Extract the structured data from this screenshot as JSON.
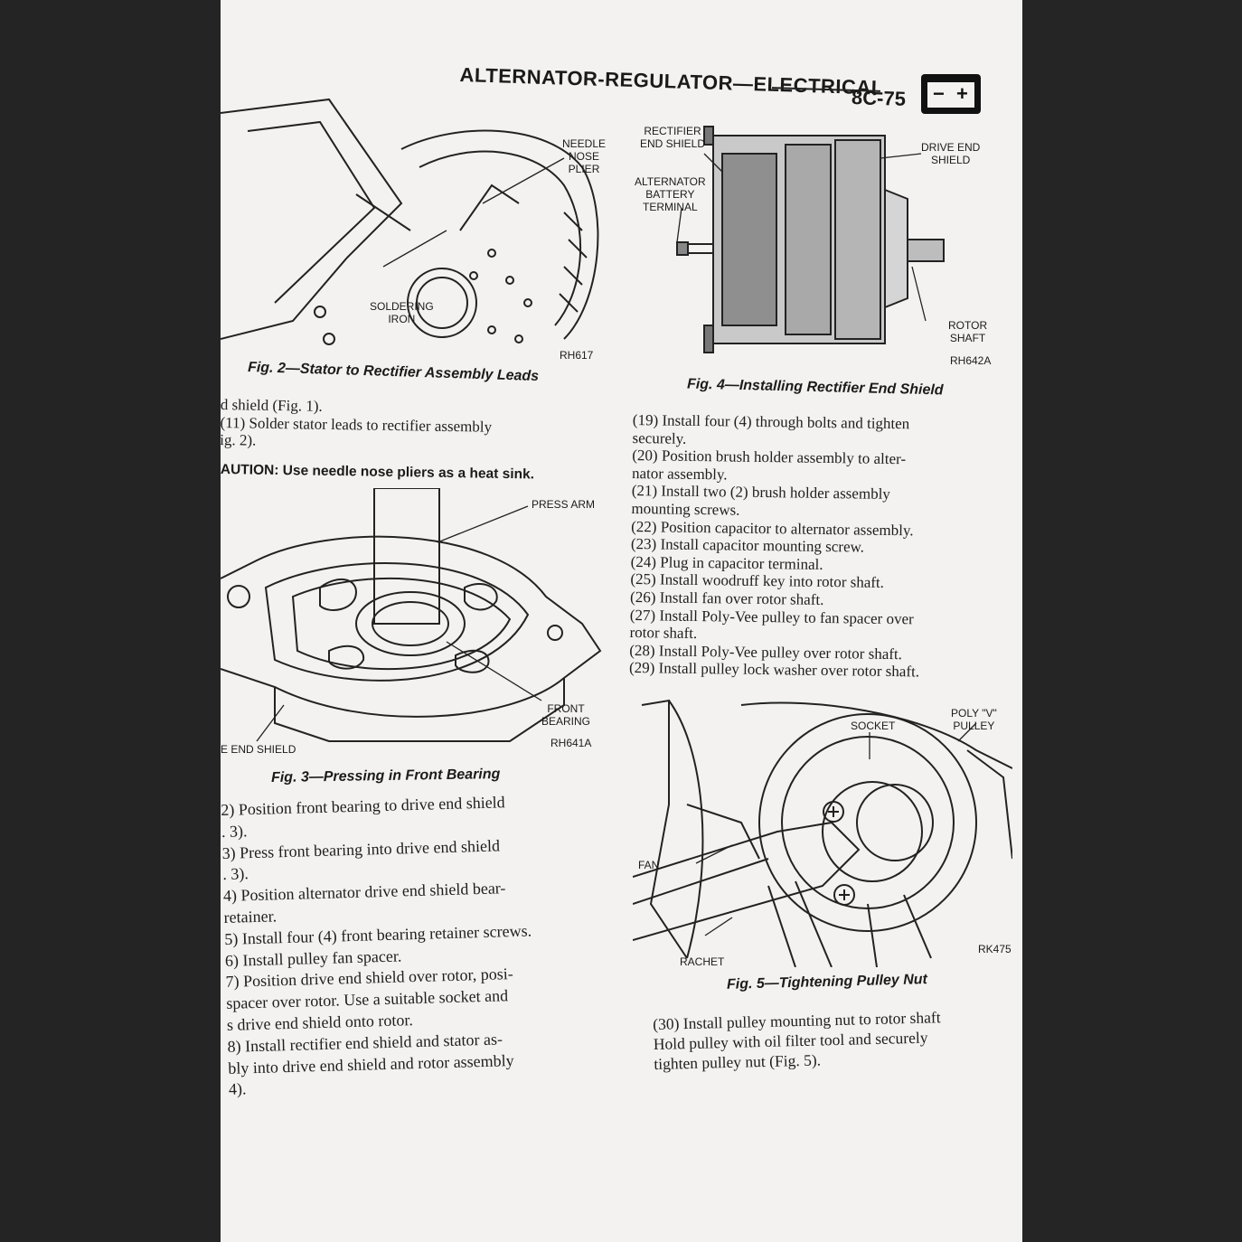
{
  "header": {
    "title": "ALTERNATOR-REGULATOR—ELECTRICAL",
    "page_number": "8C-75",
    "battery_minus": "−",
    "battery_plus": "+"
  },
  "fig2": {
    "caption": "Fig. 2—Stator to Rectifier Assembly Leads",
    "labels": {
      "needle_nose_plier": "NEEDLE\nNOSE\nPLIER",
      "soldering_iron": "SOLDERING\nIRON",
      "code": "RH617"
    }
  },
  "fig3": {
    "caption": "Fig. 3—Pressing in Front Bearing",
    "labels": {
      "press_arm": "PRESS ARM",
      "front_bearing": "FRONT\nBEARING",
      "code": "RH641A",
      "end_shield": "E END SHIELD"
    }
  },
  "fig4": {
    "caption": "Fig. 4—Installing Rectifier End Shield",
    "labels": {
      "rectifier_end_shield": "RECTIFIER\nEND SHIELD",
      "alternator_battery_terminal": "ALTERNATOR\nBATTERY\nTERMINAL",
      "drive_end_shield": "DRIVE END\nSHIELD",
      "rotor_shaft": "ROTOR\nSHAFT",
      "code": "RH642A"
    }
  },
  "fig5": {
    "caption": "Fig. 5—Tightening Pulley Nut",
    "labels": {
      "socket": "SOCKET",
      "poly_v_pulley": "POLY \"V\"\nPULLEY",
      "fan": "FAN",
      "rachet": "RACHET",
      "code": "RK475"
    }
  },
  "left_text_top": [
    "d shield (Fig. 1).",
    "(11) Solder stator leads to rectifier assembly",
    "ig. 2)."
  ],
  "caution": "AUTION: Use needle nose pliers as a heat sink.",
  "left_text_bottom": [
    "2) Position front bearing to drive end shield",
    ". 3).",
    "3) Press front bearing into drive end shield",
    ". 3).",
    "4) Position alternator drive end shield bear-",
    "retainer.",
    "5) Install four (4) front bearing retainer screws.",
    "6) Install pulley fan spacer.",
    "7) Position drive end shield over rotor, posi-",
    "spacer over rotor. Use a suitable socket and",
    "s drive end shield onto rotor.",
    "8) Install rectifier end shield and stator as-",
    "bly into drive end shield and rotor assembly",
    " 4)."
  ],
  "right_text_top": [
    "(19) Install four (4) through bolts and tighten",
    "securely.",
    "(20) Position brush holder assembly to alter-",
    "nator assembly.",
    "(21) Install two (2) brush holder assembly",
    "mounting screws.",
    "(22) Position capacitor to alternator assembly.",
    "(23) Install capacitor mounting screw.",
    "(24) Plug in capacitor terminal.",
    "(25) Install woodruff key into rotor shaft.",
    "(26) Install fan over rotor shaft.",
    "(27) Install Poly-Vee pulley to fan spacer over",
    "rotor shaft.",
    "(28) Install Poly-Vee pulley over rotor shaft.",
    "(29) Install pulley lock washer over rotor shaft."
  ],
  "right_text_bottom": [
    "(30) Install pulley mounting nut to rotor shaft",
    "Hold pulley with oil filter tool and securely",
    "tighten pulley nut (Fig. 5)."
  ]
}
